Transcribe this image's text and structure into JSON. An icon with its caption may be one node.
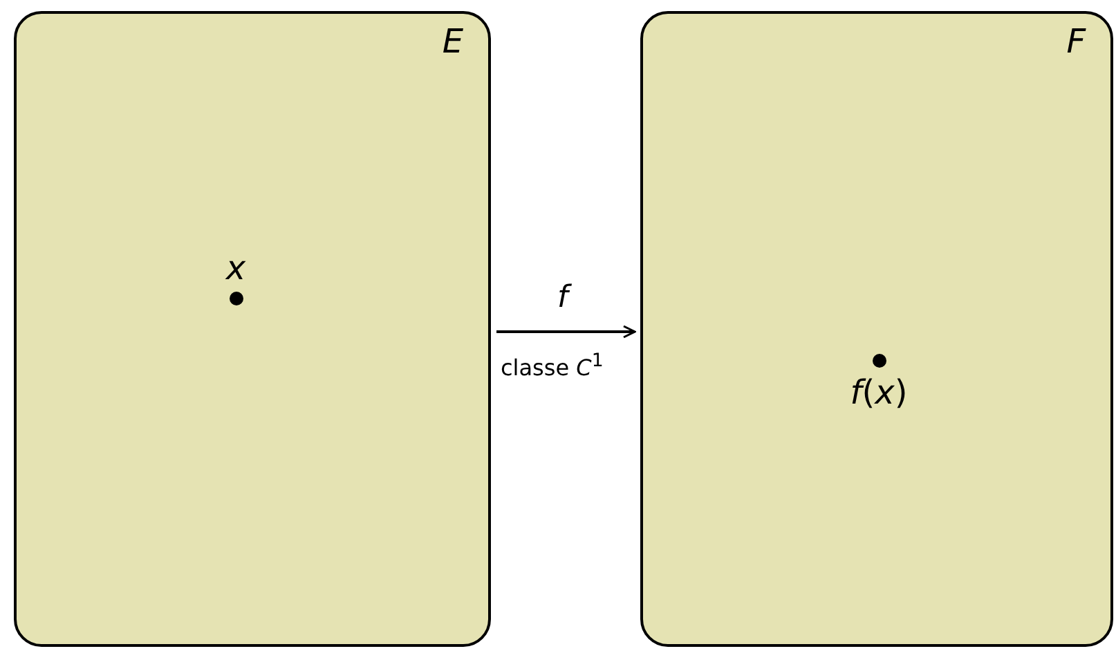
{
  "diagram": {
    "nodes": [
      {
        "text": [
          "E"
        ]
      },
      {
        "text": [
          "F"
        ]
      },
      {
        "text": [
          "x"
        ],
        "in": 0
      },
      {
        "text": [
          "*f*(*x*)"
        ],
        "in": 1
      }
    ],
    "edges": [
      {
        "from": 0,
        "to": 1,
        "arrow": "to",
        "label": "f"
      }
    ],
    "labels": [
      "classe *C*$^{1}$"
    ]
  }
}
